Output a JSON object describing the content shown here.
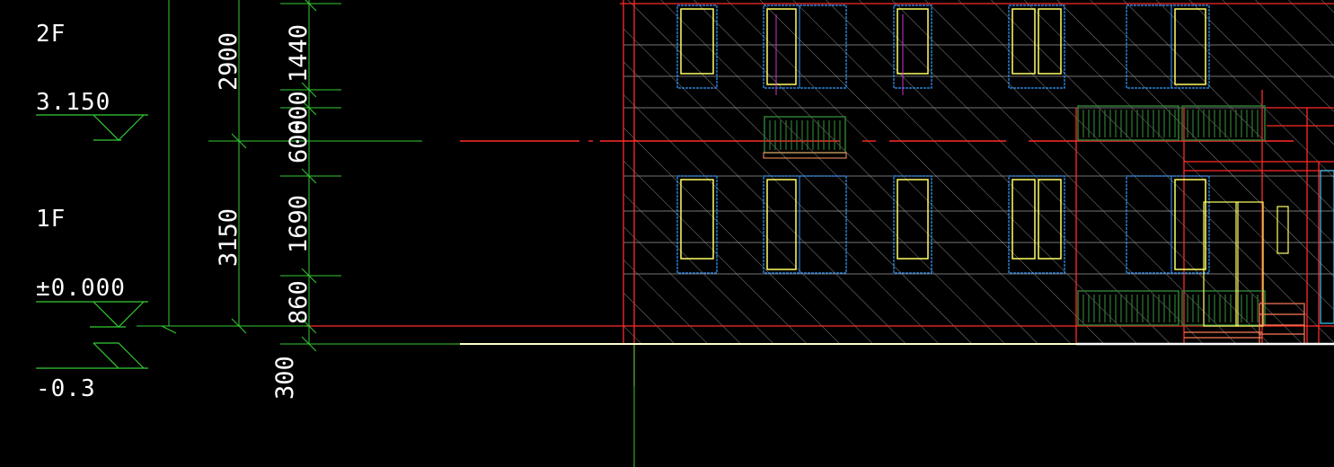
{
  "levels": {
    "floor2_label": "2F",
    "floor2_elevation": "3.150",
    "floor1_label": "1F",
    "floor1_elevation": "±0.000",
    "ground_elevation": "-0.3"
  },
  "dimensions": {
    "floor2_height": "2900",
    "floor1_height": "3150",
    "segment_top": "1440",
    "segment_overlap": "600",
    "segment_overlap_2": "600",
    "segment_window": "1690",
    "segment_sill": "860",
    "segment_plinth": "300"
  },
  "colors": {
    "background": "#000000",
    "dimension_line": "#33cc33",
    "wall_outline": "#ff2a2a",
    "window_frame": "#ffff66",
    "window_jamb": "#3399ff",
    "hatch": "#bfbfbf",
    "railing": "#2e7d32",
    "ground_line": "#ffffcc"
  }
}
